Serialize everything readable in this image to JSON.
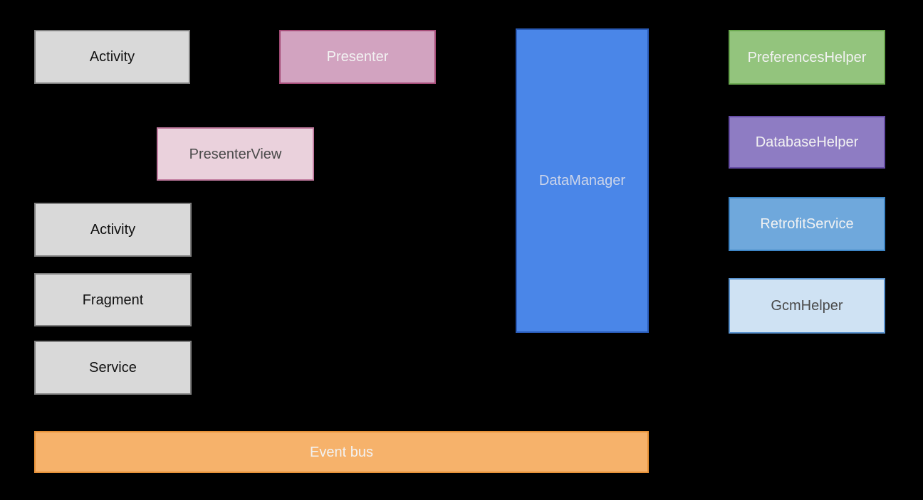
{
  "diagram": {
    "type": "architecture-block-diagram",
    "background": "#000000",
    "nodes": {
      "activity_top": {
        "label": "Activity"
      },
      "presenter": {
        "label": "Presenter"
      },
      "presenter_view": {
        "label": "PresenterView"
      },
      "activity_mid": {
        "label": "Activity"
      },
      "fragment": {
        "label": "Fragment"
      },
      "service": {
        "label": "Service"
      },
      "data_manager": {
        "label": "DataManager"
      },
      "preferences_helper": {
        "label": "PreferencesHelper"
      },
      "database_helper": {
        "label": "DatabaseHelper"
      },
      "retrofit_service": {
        "label": "RetrofitService"
      },
      "gcm_helper": {
        "label": "GcmHelper"
      },
      "event_bus": {
        "label": "Event bus"
      }
    },
    "colors": {
      "background": "#000000",
      "gray_fill": "#d9d9d9",
      "gray_border": "#7f7f7f",
      "gray_text": "#111111",
      "presenter_fill": "#d2a3c0",
      "presenter_border": "#a64d79",
      "presenter_view_fill": "#ead1dc",
      "presenter_view_border": "#c27ba0",
      "data_manager_fill": "#4a86e8",
      "data_manager_border": "#2a5bb7",
      "data_manager_text": "#ccd5ea",
      "preferences_helper_fill": "#93c47d",
      "preferences_helper_border": "#6aa84f",
      "database_helper_fill": "#8e7cc3",
      "database_helper_border": "#674ea7",
      "retrofit_service_fill": "#6fa8dc",
      "retrofit_service_border": "#3d85c6",
      "gcm_helper_fill": "#cfe2f3",
      "gcm_helper_border": "#5b94d0",
      "event_bus_fill": "#f6b26b",
      "event_bus_border": "#e69138",
      "light_text": "#f2f2f2",
      "dark_text": "#4a4a4a"
    }
  }
}
